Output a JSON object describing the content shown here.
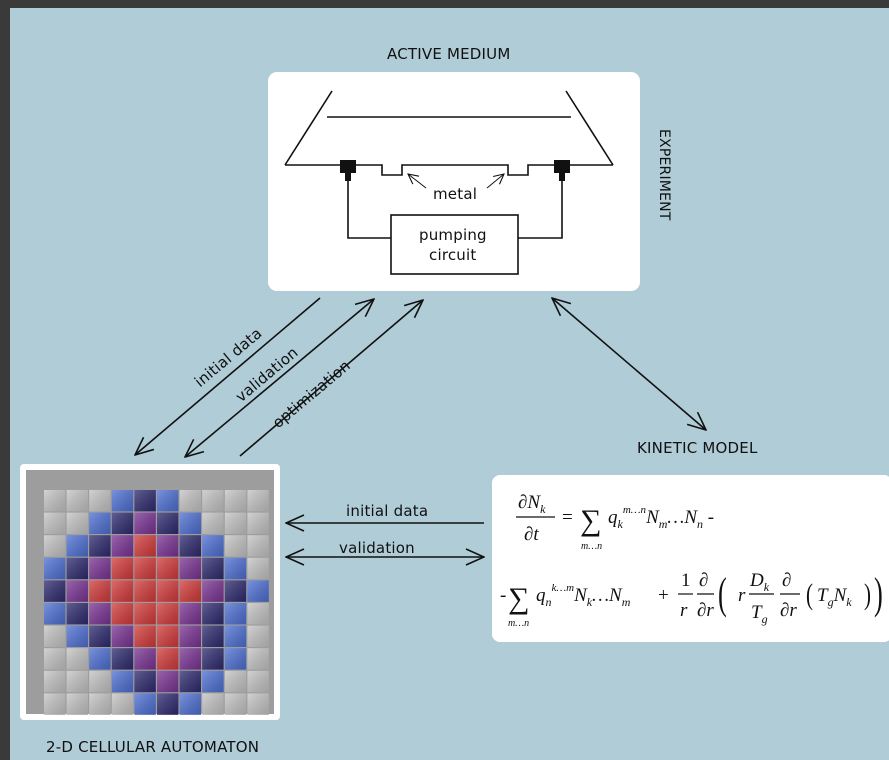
{
  "labels": {
    "active_medium": "ACTIVE MEDIUM",
    "experiment": "EXPERIMENT",
    "kinetic_model": "KINETIC MODEL",
    "automaton": "2-D CELLULAR AUTOMATON"
  },
  "device": {
    "metal": "metal",
    "pumping_1": "pumping",
    "pumping_2": "circuit"
  },
  "arrows": {
    "initial_data_diag": "initial data",
    "validation_diag": "validation",
    "optimization_diag": "optimization",
    "initial_data_h": "initial data",
    "validation_h": "validation"
  },
  "equation": {
    "line1": "∂N_k/∂t = Σ_{m…n} q_k^{m…n} N_m…N_n -",
    "line2": "-Σ_{m…n} q_n^{k…m} N_k…N_m + (1/r) ∂/∂r ( r (D_k/T_g) ∂/∂r (T_g N_k) )"
  },
  "grid": {
    "size": 10,
    "colors": {
      "g": "#c4c4c4",
      "b": "#4d6fd2",
      "n": "#2e2a6f",
      "p": "#7a3393",
      "r": "#d23a3a"
    },
    "rows": [
      "gggbnbgggg",
      "ggbnpnbggg",
      "gbnprpnbgg",
      "bnprrrpnbg",
      "nprrrrrpnb",
      "bnprrrpnbg",
      "gbnprrpnbg",
      "ggbnprpnbg",
      "gggbnpnbgg",
      "ggggbnbggg"
    ]
  }
}
